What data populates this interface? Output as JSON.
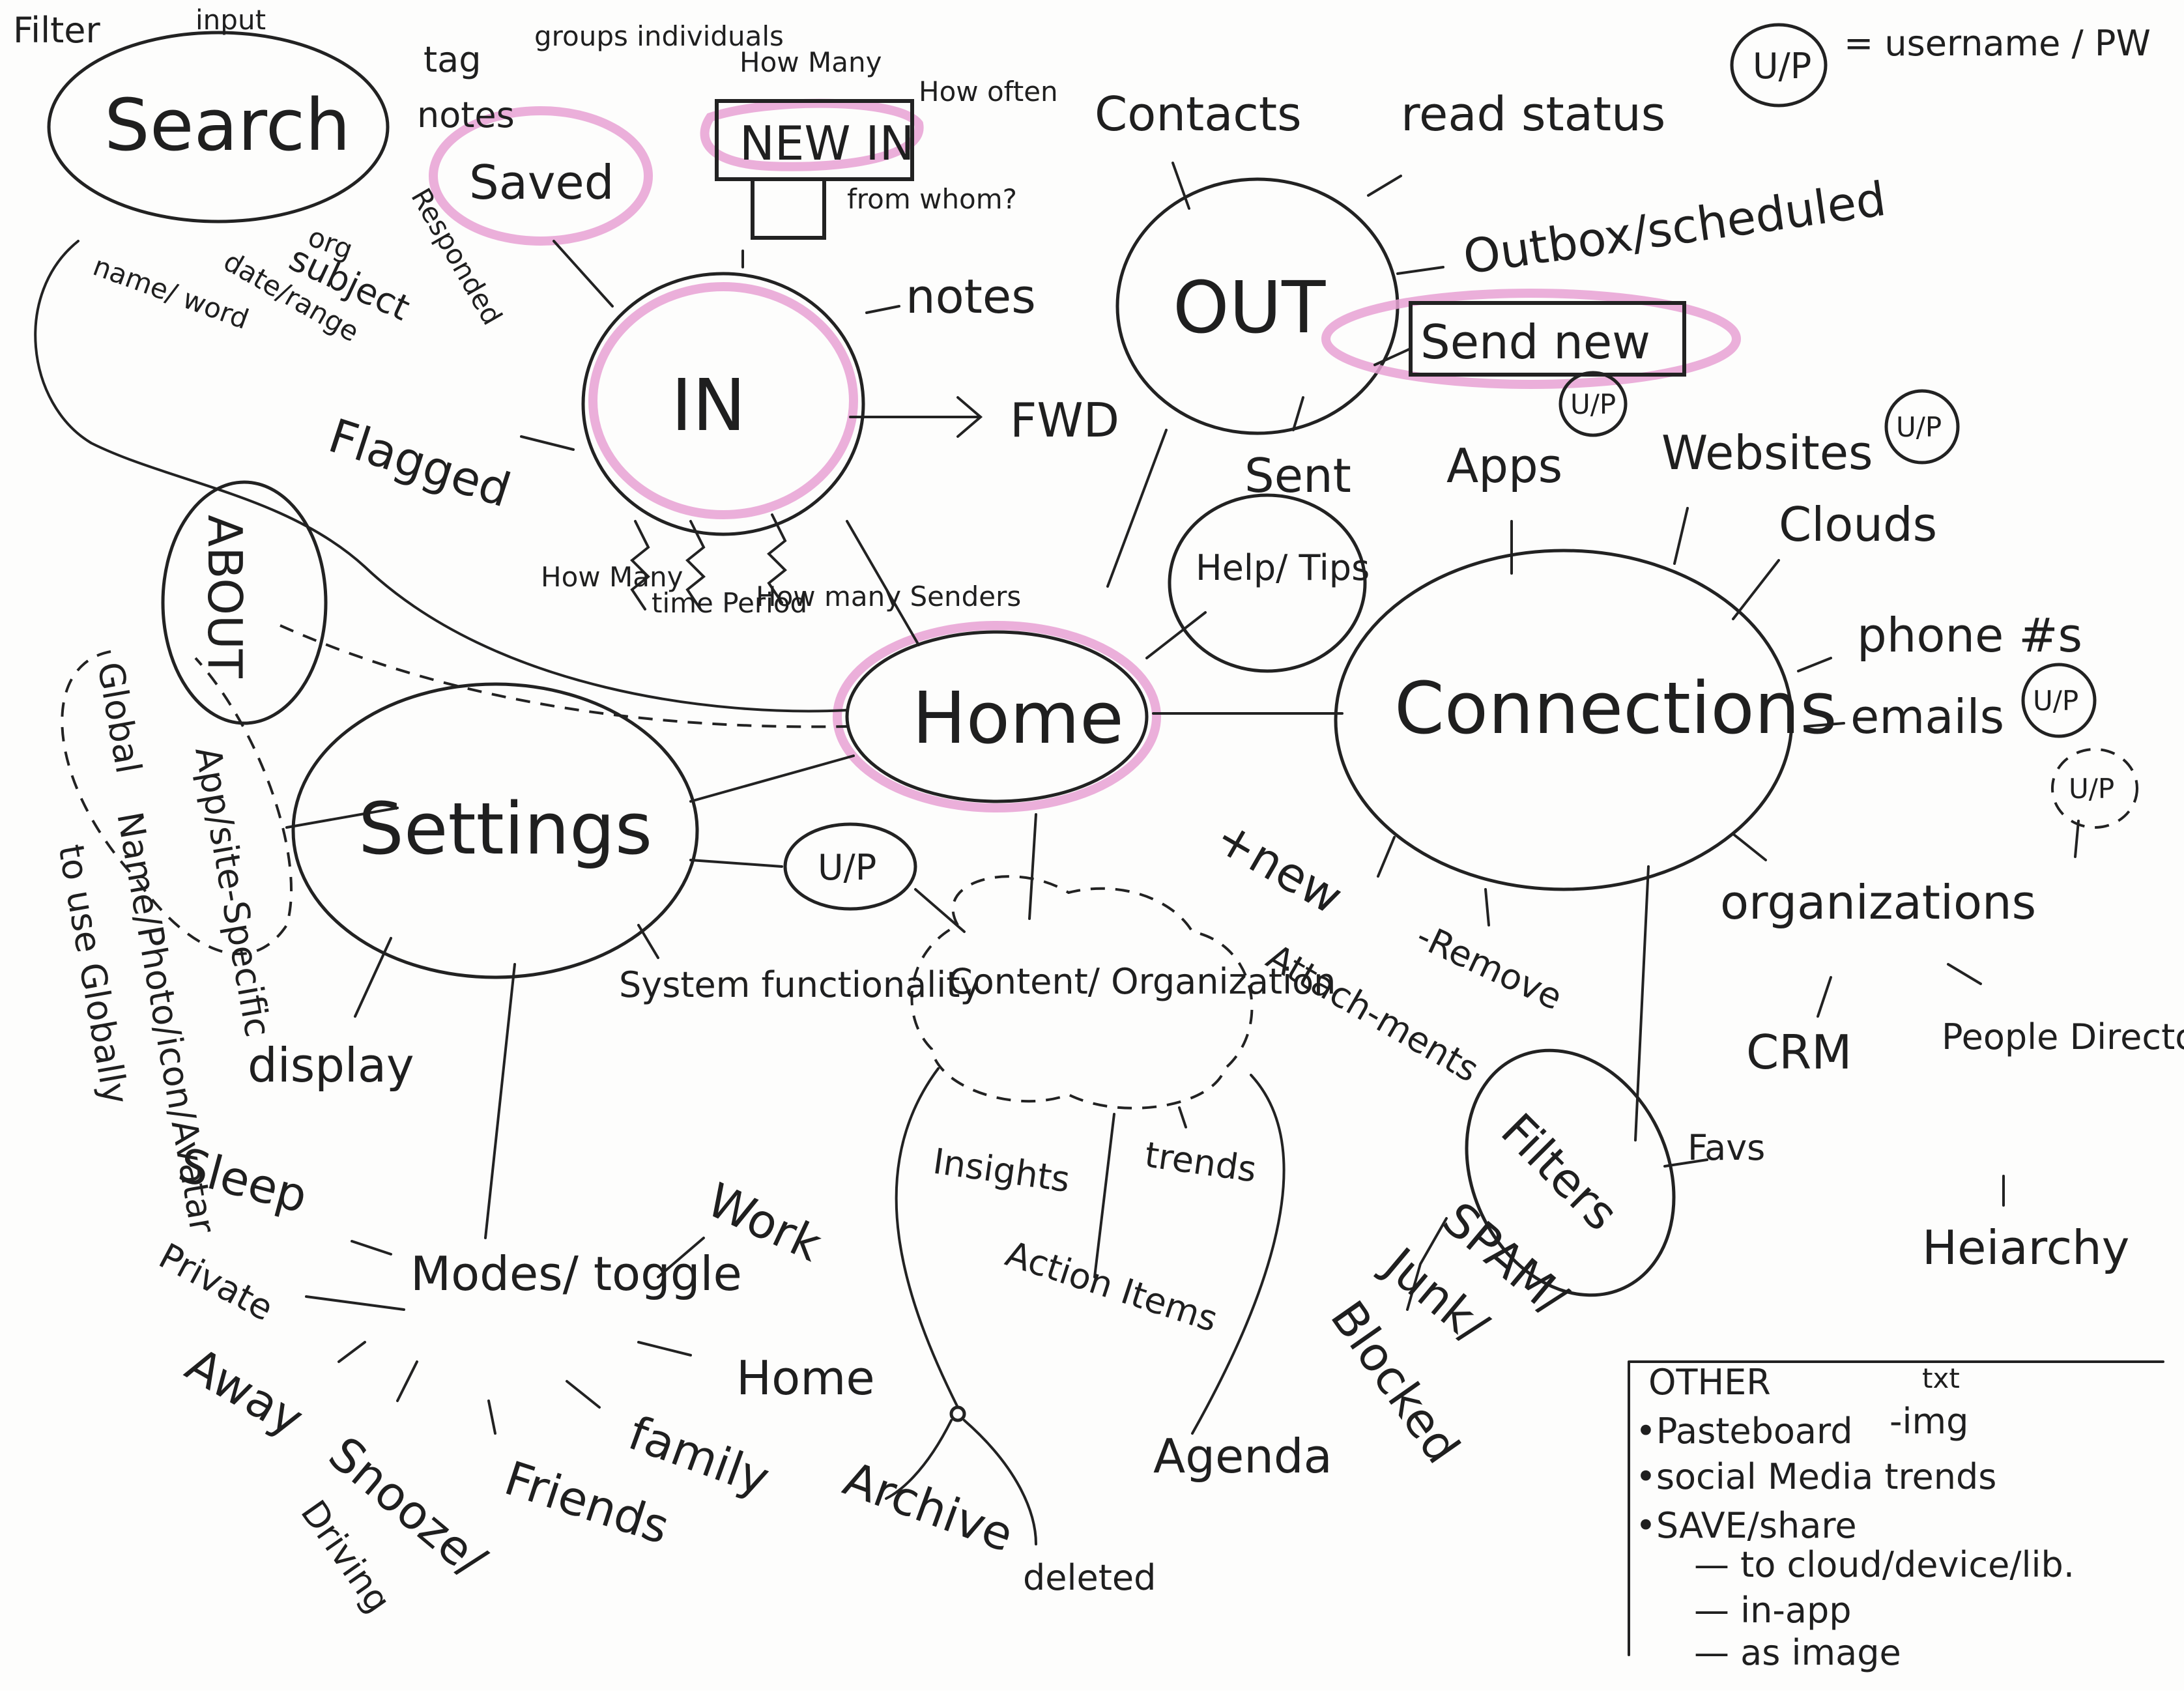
{
  "legend": {
    "badge": "U/P",
    "meaning": "= username / PW"
  },
  "hub": {
    "home": "Home"
  },
  "in_node": {
    "label": "IN",
    "notes": "notes",
    "flagged": "Flagged",
    "fwd": "FWD",
    "how_many": "How Many",
    "time_period": "time Period",
    "how_many_senders": "How many Senders"
  },
  "new_in": {
    "label": "NEW IN",
    "how_many": "How Many",
    "how_often": "How often",
    "from_whom": "from whom?"
  },
  "search": {
    "label": "Search",
    "filter": "Filter",
    "input": "input",
    "groups": "groups individuals",
    "tag": "tag",
    "notes": "notes",
    "saved": "Saved",
    "responded": "Responded",
    "org": "org",
    "subject": "subject",
    "daterange": "date/range",
    "name_word": "name/ word"
  },
  "out_node": {
    "label": "OUT",
    "contacts": "Contacts",
    "read_status": "read status",
    "outbox": "Outbox/scheduled",
    "send_new": "Send new",
    "sent": "Sent"
  },
  "help": {
    "label": "Help/ Tips"
  },
  "about": {
    "label": "ABOUT"
  },
  "connections": {
    "label": "Connections",
    "apps": "Apps",
    "websites": "Websites",
    "clouds": "Clouds",
    "phone": "phone #s",
    "emails": "emails",
    "organizations": "organizations",
    "crm": "CRM",
    "people_directory": "People Directory",
    "hierarchy": "Heiarchy",
    "new": "+new",
    "remove": "-Remove"
  },
  "filters": {
    "label": "Filters",
    "favs": "Favs",
    "spam": "SPAM/",
    "junk": "Junk/",
    "blocked": "Blocked"
  },
  "settings": {
    "label": "Settings",
    "app_site_specific": "App/site-Specific",
    "global": "Global",
    "name_photo": "Name/Photo/icon/Avatar",
    "to_use_globally": "to use Globally",
    "display": "display",
    "system_functionality": "System functionality",
    "up": "U/P"
  },
  "modes": {
    "label": "Modes/ toggle",
    "work": "Work",
    "home": "Home",
    "family": "family",
    "friends": "Friends",
    "snooze": "Snooze/",
    "driving": "Driving",
    "away": "Away",
    "private": "Private",
    "sleep": "Sleep"
  },
  "content": {
    "label": "Content/ Organization",
    "attachments": "Attach-ments",
    "insights": "Insights",
    "trends": "trends",
    "action_items": "Action Items",
    "archive": "Archive",
    "deleted": "deleted",
    "agenda": "Agenda"
  },
  "other": {
    "title": "OTHER",
    "pasteboard": "•Pasteboard",
    "txt": "txt",
    "img": "-img",
    "social": "•social Media trends",
    "save_share": "•SAVE/share",
    "to_cloud": "— to cloud/device/lib.",
    "in_app": "— in-app",
    "as_image": "— as image"
  },
  "colors": {
    "ink": "#1f1f1f",
    "highlight": "#e7a1d3",
    "paper": "#fdfdfc"
  }
}
